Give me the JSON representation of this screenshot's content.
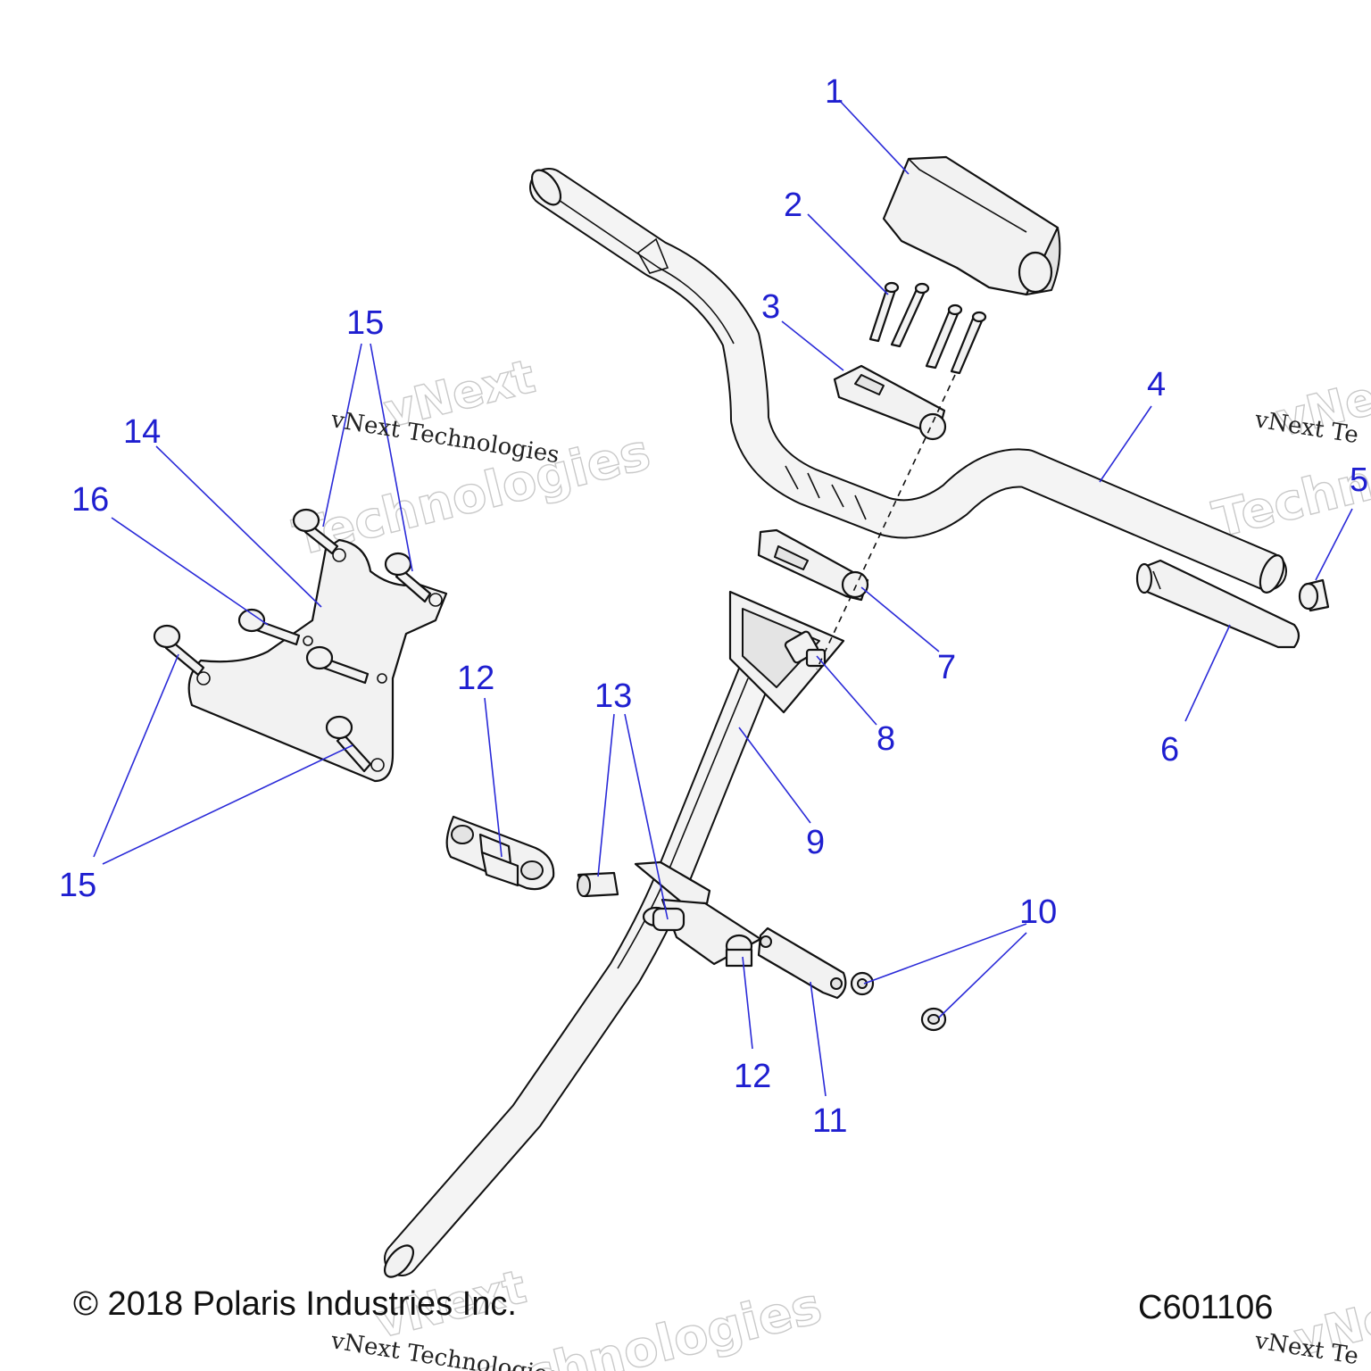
{
  "callouts": [
    {
      "id": "c1",
      "label": "1"
    },
    {
      "id": "c2",
      "label": "2"
    },
    {
      "id": "c3",
      "label": "3"
    },
    {
      "id": "c4",
      "label": "4"
    },
    {
      "id": "c5",
      "label": "5"
    },
    {
      "id": "c6",
      "label": "6"
    },
    {
      "id": "c7",
      "label": "7"
    },
    {
      "id": "c8",
      "label": "8"
    },
    {
      "id": "c9",
      "label": "9"
    },
    {
      "id": "c10",
      "label": "10"
    },
    {
      "id": "c11",
      "label": "11"
    },
    {
      "id": "c12a",
      "label": "12"
    },
    {
      "id": "c12b",
      "label": "12"
    },
    {
      "id": "c13",
      "label": "13"
    },
    {
      "id": "c14",
      "label": "14"
    },
    {
      "id": "c15a",
      "label": "15"
    },
    {
      "id": "c15b",
      "label": "15"
    },
    {
      "id": "c16",
      "label": "16"
    }
  ],
  "watermark": {
    "primary": "vNext Technologies",
    "ghost_line1": "vNext",
    "ghost_line2": "Technologies",
    "clipped_right": "vNext Te",
    "clipped_bottom_left": "vNext Technologies",
    "clipped_bottom_right": "vNext Te"
  },
  "footer": {
    "copyright": "© 2018 Polaris Industries Inc.",
    "figure_code": "C601106"
  }
}
